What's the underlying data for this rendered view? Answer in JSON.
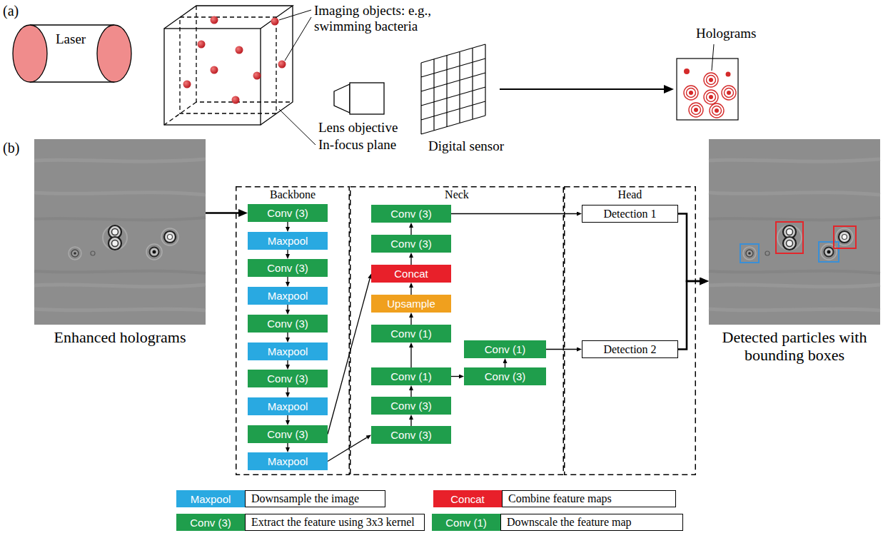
{
  "diagram": {
    "nodes": [
      {
        "text": [
          "Enhanced holograms"
        ]
      },
      {
        "text": [
          "Backbone"
        ]
      },
      {
        "text": [
          "Conv (3)"
        ],
        "in": 1
      },
      {
        "text": [
          "Maxpool"
        ],
        "in": 1
      },
      {
        "text": [
          "Conv (3)"
        ],
        "in": 1
      },
      {
        "text": [
          "Maxpool"
        ],
        "in": 1
      },
      {
        "text": [
          "Conv (3)"
        ],
        "in": 1
      },
      {
        "text": [
          "Maxpool"
        ],
        "in": 1
      },
      {
        "text": [
          "Conv (3)"
        ],
        "in": 1
      },
      {
        "text": [
          "Maxpool"
        ],
        "in": 1
      },
      {
        "text": [
          "Conv (3)"
        ],
        "in": 1
      },
      {
        "text": [
          "Maxpool"
        ],
        "in": 1
      },
      {
        "text": [
          "Neck"
        ]
      },
      {
        "text": [
          "Conv (3)"
        ],
        "in": 12
      },
      {
        "text": [
          "Conv (3)"
        ],
        "in": 12
      },
      {
        "text": [
          "Concat"
        ],
        "in": 12
      },
      {
        "text": [
          "Upsample"
        ],
        "in": 12
      },
      {
        "text": [
          "Conv (1)"
        ],
        "in": 12
      },
      {
        "text": [
          "Conv (1)"
        ],
        "in": 12
      },
      {
        "text": [
          "Conv (1)"
        ],
        "in": 12
      },
      {
        "text": [
          "Conv (3)"
        ],
        "in": 12
      },
      {
        "text": [
          "Conv (3)"
        ],
        "in": 12
      },
      {
        "text": [
          "Conv (3)"
        ],
        "in": 12
      },
      {
        "text": [
          "Head"
        ]
      },
      {
        "text": [
          "Detection 1"
        ],
        "in": 23
      },
      {
        "text": [
          "Detection 2"
        ],
        "in": 23
      },
      {
        "text": [
          "Detected particles with bounding boxes"
        ]
      }
    ],
    "edges": [
      {
        "from": 0,
        "to": 2,
        "arrow": "to"
      },
      {
        "from": 2,
        "to": 3,
        "arrow": "to"
      },
      {
        "from": 3,
        "to": 4,
        "arrow": "to"
      },
      {
        "from": 4,
        "to": 5,
        "arrow": "to"
      },
      {
        "from": 5,
        "to": 6,
        "arrow": "to"
      },
      {
        "from": 6,
        "to": 7,
        "arrow": "to"
      },
      {
        "from": 7,
        "to": 8,
        "arrow": "to"
      },
      {
        "from": 8,
        "to": 9,
        "arrow": "to"
      },
      {
        "from": 9,
        "to": 10,
        "arrow": "to"
      },
      {
        "from": 10,
        "to": 11,
        "arrow": "to"
      },
      {
        "from": 10,
        "to": 15,
        "arrow": "to"
      },
      {
        "from": 11,
        "to": 22,
        "arrow": "to"
      },
      {
        "from": 22,
        "to": 21,
        "arrow": "to"
      },
      {
        "from": 21,
        "to": 19,
        "arrow": "to"
      },
      {
        "from": 19,
        "to": 17,
        "arrow": "to"
      },
      {
        "from": 17,
        "to": 16,
        "arrow": "to"
      },
      {
        "from": 16,
        "to": 15,
        "arrow": "to"
      },
      {
        "from": 15,
        "to": 14,
        "arrow": "to"
      },
      {
        "from": 14,
        "to": 13,
        "arrow": "to"
      },
      {
        "from": 19,
        "to": 20,
        "arrow": "to"
      },
      {
        "from": 20,
        "to": 18,
        "arrow": "to"
      },
      {
        "from": 18,
        "to": 25,
        "arrow": "to"
      },
      {
        "from": 13,
        "to": 24,
        "arrow": "to"
      },
      {
        "from": 24,
        "to": 26,
        "arrow": "to"
      },
      {
        "from": 25,
        "to": 26,
        "arrow": "to"
      }
    ],
    "labels": [
      "(a)",
      "Imaging objects: e.g., swimming bacteria",
      "Laser",
      "Holograms",
      "Lens objective",
      "In-focus plane",
      "Digital sensor",
      "(b)",
      "Maxpool",
      "Concat",
      "Conv (3)",
      "Conv (1)"
    ],
    "legend": [
      {
        "text": "Downsample the image",
        "color": "#29a9e1"
      },
      {
        "text": "Combine feature maps",
        "color": "#e8202a"
      },
      {
        "text": "Extract the feature using 3x3 kernel",
        "color": "#1f9e4c"
      },
      {
        "text": "Downscale the feature map",
        "color": "#1f9e4c"
      }
    ]
  }
}
